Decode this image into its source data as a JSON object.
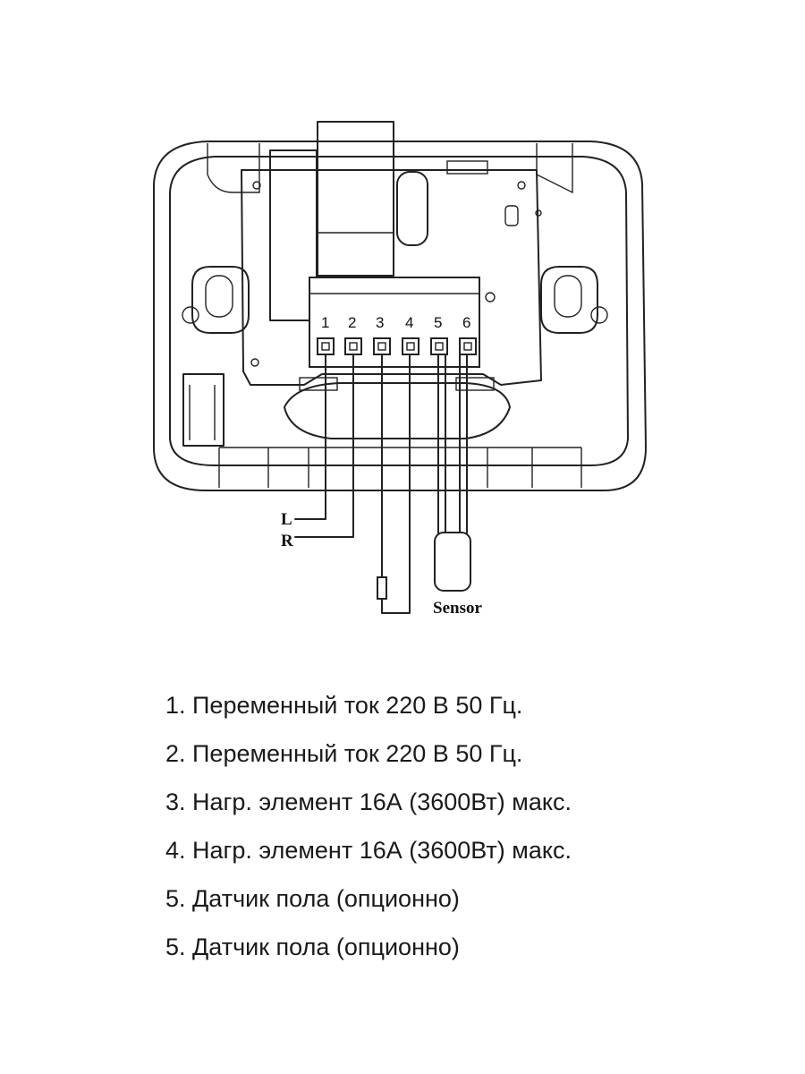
{
  "diagram": {
    "terminal_numbers": [
      "1",
      "2",
      "3",
      "4",
      "5",
      "6"
    ],
    "wire_labels": {
      "L": "L",
      "R": "R",
      "sensor": "Sensor"
    }
  },
  "legend": {
    "items": [
      "1. Переменный ток 220 В 50 Гц.",
      "2. Переменный ток 220 В 50 Гц.",
      "3. Нагр. элемент 16А (3600Вт) макс.",
      "4. Нагр. элемент 16А (3600Вт) макс.",
      "5. Датчик пола (опционно)",
      "5. Датчик пола (опционно)"
    ]
  }
}
